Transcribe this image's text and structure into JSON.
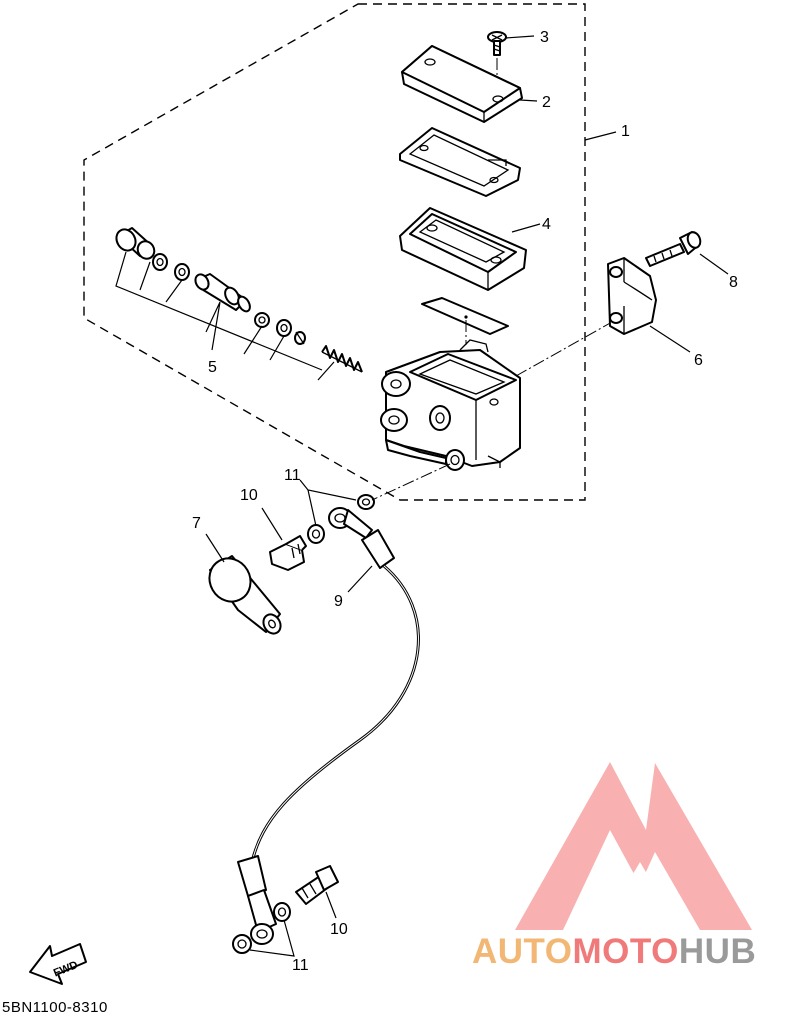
{
  "diagram": {
    "callouts": {
      "p1": "1",
      "p2": "2",
      "p3": "3",
      "p4": "4",
      "p5": "5",
      "p6": "6",
      "p7": "7",
      "p8": "8",
      "p9": "9",
      "p10a": "10",
      "p10b": "10",
      "p11a": "11",
      "p11b": "11"
    },
    "fwd_label": "FWD",
    "catalog_code": "5BN1100-8310"
  },
  "watermark": {
    "part1": "AUTO",
    "part2": "MOTO",
    "part3": "HUB",
    "colors": {
      "auto": "#f2b774",
      "moto": "#f07a7a",
      "hub": "#9a9a9a",
      "logo": "#f7a3a3"
    }
  }
}
